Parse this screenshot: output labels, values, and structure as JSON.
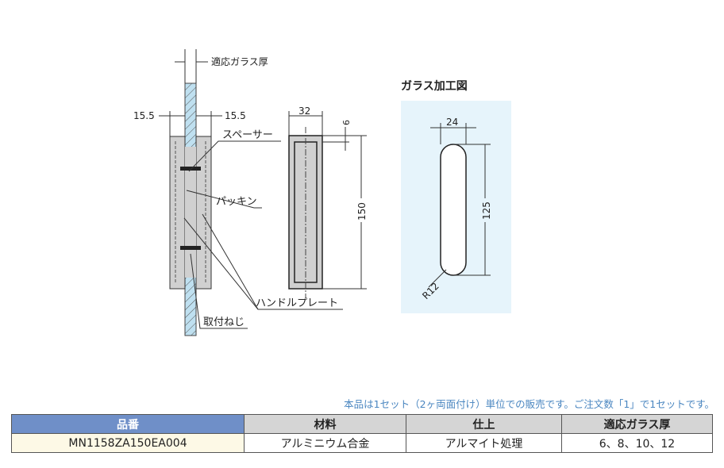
{
  "drawing": {
    "side_view": {
      "glass_thickness_label": "適応ガラス厚",
      "dim_left": "15.5",
      "dim_right": "15.5",
      "callouts": [
        "スペーサー",
        "パッキン",
        "ハンドルプレート",
        "取付ねじ"
      ]
    },
    "front_view": {
      "width": "32",
      "inset": "6",
      "height": "150"
    },
    "glass_processing": {
      "title": "ガラス加工図",
      "width": "24",
      "height": "125",
      "radius": "R12"
    }
  },
  "note": "本品は1セット（2ヶ両面付け）単位での販売です。ご注文数「1」で1セットです。",
  "table": {
    "headers": [
      "品番",
      "材料",
      "仕上",
      "適応ガラス厚"
    ],
    "rows": [
      [
        "MN1158ZA150EA004",
        "アルミニウム合金",
        "アルマイト処理",
        "6、8、10、12"
      ]
    ]
  },
  "colors": {
    "header_accent": "#6f8fc8",
    "glass": "#bfe0f0",
    "panel": "#e6f4fb"
  }
}
